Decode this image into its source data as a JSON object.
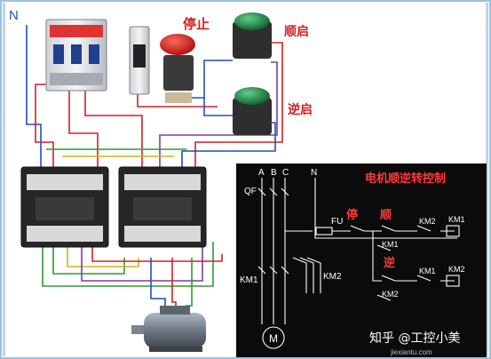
{
  "labels": {
    "neutral": "N",
    "stop": "停止",
    "forward_start": "顺启",
    "reverse_start": "逆启"
  },
  "schematic": {
    "title": "电机顺逆转控制",
    "phase_a": "A",
    "phase_b": "B",
    "phase_c": "C",
    "neutral": "N",
    "qf": "QF",
    "fu": "FU",
    "stop": "停",
    "forward": "顺",
    "reverse": "逆",
    "km1": "KM1",
    "km2": "KM2",
    "motor": "M"
  },
  "watermark": {
    "text": "知乎 @工控小美",
    "url": "jiexiantu.com"
  },
  "colors": {
    "wire_red": "#d42020",
    "wire_blue": "#1f4fbf",
    "wire_green": "#2f9a2f",
    "wire_purple": "#7a3fa0",
    "stop_button": "#c81414",
    "start_button": "#1f7a3c",
    "schematic_bg": "#0b0b0b",
    "frame": "#9cc2e0"
  }
}
